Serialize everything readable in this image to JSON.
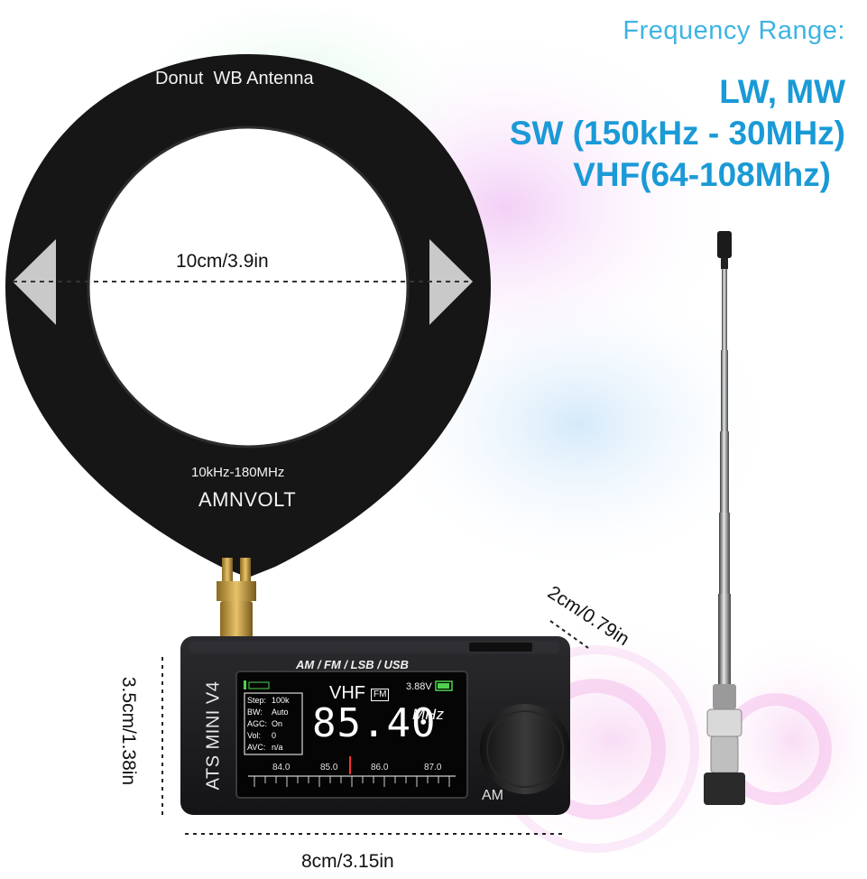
{
  "header": {
    "label": "Frequency Range:",
    "bands": [
      "LW, MW",
      "SW (150kHz - 30MHz)",
      "VHF(64-108Mhz)"
    ]
  },
  "antenna": {
    "title": "Donut  WB Antenna",
    "range": "10kHz-180MHz",
    "brand": "AMNVOLT",
    "width_label": "10cm/3.9in"
  },
  "radio": {
    "model": "ATS MINI V4",
    "modes": "AM / FM / LSB / USB",
    "band": "VHF",
    "mode_badge": "FM",
    "frequency": "85.40",
    "unit": "MHz",
    "battery": "3.88V",
    "settings": [
      {
        "key": "Step:",
        "value": "100k"
      },
      {
        "key": "BW:",
        "value": "Auto"
      },
      {
        "key": "AGC:",
        "value": "On"
      },
      {
        "key": "Vol:",
        "value": "0"
      },
      {
        "key": "AVC:",
        "value": "n/a"
      }
    ],
    "scale_ticks": [
      "84.0",
      "85.0",
      "86.0",
      "87.0"
    ],
    "brand_partial": "AM"
  },
  "dimensions": {
    "height": "3.5cm/1.38in",
    "width": "8cm/3.15in",
    "depth": "2cm/0.79in"
  },
  "colors": {
    "accent": "#1a9ad6",
    "device": "#1c1c1e",
    "screen": "#0a0a0a"
  }
}
